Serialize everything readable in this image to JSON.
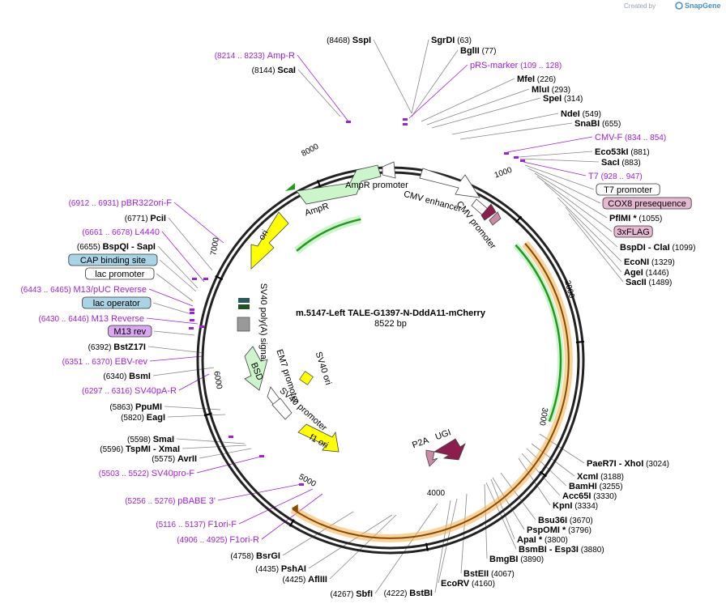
{
  "plasmid": {
    "name": "m.5147-Left TALE-G1397-N-DddA11-mCherry",
    "length_label": "8522 bp",
    "length_bp": 8522
  },
  "brand": {
    "created_by": "Created by",
    "name": "SnapGene"
  },
  "colors": {
    "primer": "#a020d8",
    "ampr": "#ccf5cc",
    "ori": "#ffff00",
    "orange": "#f2b04a",
    "green": "#229a22",
    "maroon": "#8b1e4e",
    "promoter": "#ffffff",
    "box_blue": "#a8d4e6",
    "box_pink": "#e6b8d2",
    "box_purple": "#d9a8f0"
  },
  "ticks": [
    "1000",
    "2000",
    "3000",
    "4000",
    "5000",
    "6000",
    "7000",
    "8000"
  ],
  "features": [
    {
      "label": "AmpR",
      "color": "#ccf5cc",
      "kind": "arrow"
    },
    {
      "label": "AmpR promoter",
      "color": "#ffffff",
      "kind": "arrow"
    },
    {
      "label": "CMV enhancer",
      "color": "#ffffff",
      "kind": "arrow"
    },
    {
      "label": "CMV promoter",
      "color": "#ffffff",
      "kind": "arrow"
    },
    {
      "label": "ori",
      "color": "#ffff00",
      "kind": "arrow"
    },
    {
      "label": "SV40 poly(A) signal",
      "color": "#999999",
      "kind": "box"
    },
    {
      "label": "EM7 promoter",
      "color": "#ffffff",
      "kind": "arrow"
    },
    {
      "label": "BSD",
      "color": "#ccf5cc",
      "kind": "arrow"
    },
    {
      "label": "SV40 promoter",
      "color": "#ffffff",
      "kind": "arrow"
    },
    {
      "label": "SV40 ori",
      "color": "#ffff00",
      "kind": "box"
    },
    {
      "label": "f1 ori",
      "color": "#ffff00",
      "kind": "arrow"
    },
    {
      "label": "P2A",
      "color": "#c98aa8",
      "kind": "arrow"
    },
    {
      "label": "UGI",
      "color": "#8b1e4e",
      "kind": "arrow"
    }
  ],
  "sites": [
    {
      "name": "SspI",
      "pos": "(8468)",
      "type": "enzyme"
    },
    {
      "name": "SgrDI",
      "pos": "(63)",
      "type": "enzyme"
    },
    {
      "name": "BglII",
      "pos": "(77)",
      "type": "enzyme"
    },
    {
      "name": "pRS-marker",
      "pos": "(109 .. 128)",
      "type": "primer"
    },
    {
      "name": "MfeI",
      "pos": "(226)",
      "type": "enzyme"
    },
    {
      "name": "MluI",
      "pos": "(293)",
      "type": "enzyme"
    },
    {
      "name": "SpeI",
      "pos": "(314)",
      "type": "enzyme"
    },
    {
      "name": "NdeI",
      "pos": "(549)",
      "type": "enzyme"
    },
    {
      "name": "SnaBI",
      "pos": "(655)",
      "type": "enzyme"
    },
    {
      "name": "CMV-F",
      "pos": "(834 .. 854)",
      "type": "primer"
    },
    {
      "name": "Eco53kI",
      "pos": "(881)",
      "type": "enzyme"
    },
    {
      "name": "SacI",
      "pos": "(883)",
      "type": "enzyme"
    },
    {
      "name": "T7",
      "pos": "(928 .. 947)",
      "type": "primer"
    },
    {
      "name": "T7 promoter",
      "pos": "",
      "type": "box_white"
    },
    {
      "name": "COX8 presequence",
      "pos": "",
      "type": "box_pink"
    },
    {
      "name": "PflMI *",
      "pos": "(1055)",
      "type": "enzyme"
    },
    {
      "name": "3xFLAG",
      "pos": "",
      "type": "box_pink"
    },
    {
      "name": "BspDI - ClaI",
      "pos": "(1099)",
      "type": "enzyme"
    },
    {
      "name": "EcoNI",
      "pos": "(1329)",
      "type": "enzyme"
    },
    {
      "name": "AgeI",
      "pos": "(1446)",
      "type": "enzyme"
    },
    {
      "name": "SacII",
      "pos": "(1489)",
      "type": "enzyme"
    },
    {
      "name": "PaeR7I - XhoI",
      "pos": "(3024)",
      "type": "enzyme"
    },
    {
      "name": "XcmI",
      "pos": "(3188)",
      "type": "enzyme"
    },
    {
      "name": "BamHI",
      "pos": "(3255)",
      "type": "enzyme"
    },
    {
      "name": "Acc65I",
      "pos": "(3330)",
      "type": "enzyme"
    },
    {
      "name": "KpnI",
      "pos": "(3334)",
      "type": "enzyme"
    },
    {
      "name": "Bsu36I",
      "pos": "(3670)",
      "type": "enzyme"
    },
    {
      "name": "PspOMI *",
      "pos": "(3796)",
      "type": "enzyme"
    },
    {
      "name": "ApaI *",
      "pos": "(3800)",
      "type": "enzyme"
    },
    {
      "name": "BsmBI - Esp3I",
      "pos": "(3880)",
      "type": "enzyme"
    },
    {
      "name": "BmgBI",
      "pos": "(3890)",
      "type": "enzyme"
    },
    {
      "name": "BstEII",
      "pos": "(4067)",
      "type": "enzyme"
    },
    {
      "name": "EcoRV",
      "pos": "(4160)",
      "type": "enzyme"
    },
    {
      "name": "BstBI",
      "pos": "(4222)",
      "type": "enzyme"
    },
    {
      "name": "SbfI",
      "pos": "(4267)",
      "type": "enzyme"
    },
    {
      "name": "AflIII",
      "pos": "(4425)",
      "type": "enzyme"
    },
    {
      "name": "PshAI",
      "pos": "(4435)",
      "type": "enzyme"
    },
    {
      "name": "BsrGI",
      "pos": "(4758)",
      "type": "enzyme"
    },
    {
      "name": "F1ori-R",
      "pos": "(4906 .. 4925)",
      "type": "primer"
    },
    {
      "name": "F1ori-F",
      "pos": "(5116 .. 5137)",
      "type": "primer"
    },
    {
      "name": "pBABE 3'",
      "pos": "(5256 .. 5276)",
      "type": "primer"
    },
    {
      "name": "SV40pro-F",
      "pos": "(5503 .. 5522)",
      "type": "primer"
    },
    {
      "name": "AvrII",
      "pos": "(5575)",
      "type": "enzyme"
    },
    {
      "name": "TspMI - XmaI",
      "pos": "(5596)",
      "type": "enzyme"
    },
    {
      "name": "SmaI",
      "pos": "(5598)",
      "type": "enzyme"
    },
    {
      "name": "EagI",
      "pos": "(5820)",
      "type": "enzyme"
    },
    {
      "name": "PpuMI",
      "pos": "(5863)",
      "type": "enzyme"
    },
    {
      "name": "SV40pA-R",
      "pos": "(6297 .. 6316)",
      "type": "primer"
    },
    {
      "name": "BsmI",
      "pos": "(6340)",
      "type": "enzyme"
    },
    {
      "name": "EBV-rev",
      "pos": "(6351 .. 6370)",
      "type": "primer"
    },
    {
      "name": "BstZ17I",
      "pos": "(6392)",
      "type": "enzyme"
    },
    {
      "name": "M13 rev",
      "pos": "",
      "type": "box_purple"
    },
    {
      "name": "M13 Reverse",
      "pos": "(6430 .. 6446)",
      "type": "primer"
    },
    {
      "name": "lac operator",
      "pos": "",
      "type": "box_blue"
    },
    {
      "name": "M13/pUC Reverse",
      "pos": "(6443 .. 6465)",
      "type": "primer"
    },
    {
      "name": "lac promoter",
      "pos": "",
      "type": "box_white"
    },
    {
      "name": "CAP binding site",
      "pos": "",
      "type": "box_blue"
    },
    {
      "name": "BspQI - SapI",
      "pos": "(6655)",
      "type": "enzyme"
    },
    {
      "name": "L4440",
      "pos": "(6661 .. 6678)",
      "type": "primer"
    },
    {
      "name": "PciI",
      "pos": "(6771)",
      "type": "enzyme"
    },
    {
      "name": "pBR322ori-F",
      "pos": "(6912 .. 6931)",
      "type": "primer"
    },
    {
      "name": "ScaI",
      "pos": "(8144)",
      "type": "enzyme"
    },
    {
      "name": "Amp-R",
      "pos": "(8214 .. 8233)",
      "type": "primer"
    }
  ]
}
